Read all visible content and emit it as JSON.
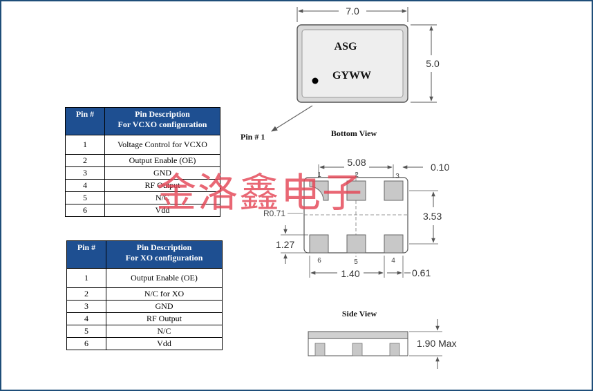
{
  "top_view": {
    "width_label": "7.0",
    "height_label": "5.0",
    "marking_line1": "ASG",
    "marking_line2": "GYWW",
    "pin1_label": "Pin # 1"
  },
  "bottom_view": {
    "title": "Bottom View",
    "dim_pitch": "5.08",
    "dim_offset": "0.10",
    "dim_height": "3.53",
    "dim_radius": "R0.71",
    "dim_pad_height": "1.27",
    "dim_pad_width": "1.40",
    "dim_gap": "0.61",
    "pin_numbers_top": [
      "1",
      "2",
      "3"
    ],
    "pin_numbers_bottom": [
      "6",
      "5",
      "4"
    ]
  },
  "side_view": {
    "title": "Side View",
    "height_label": "1.90 Max"
  },
  "vcxo_table": {
    "header_num": "Pin #",
    "header_desc_1": "Pin Description",
    "header_desc_2": "For VCXO configuration",
    "rows": [
      {
        "pin": "1",
        "desc": "Voltage Control for VCXO"
      },
      {
        "pin": "2",
        "desc": "Output Enable (OE)"
      },
      {
        "pin": "3",
        "desc": "GND"
      },
      {
        "pin": "4",
        "desc": "RF Output"
      },
      {
        "pin": "5",
        "desc": "N/C"
      },
      {
        "pin": "6",
        "desc": "Vdd"
      }
    ]
  },
  "xo_table": {
    "header_num": "Pin #",
    "header_desc_1": "Pin Description",
    "header_desc_2": "For XO configuration",
    "rows": [
      {
        "pin": "1",
        "desc": "Output Enable (OE)"
      },
      {
        "pin": "2",
        "desc": "N/C for XO"
      },
      {
        "pin": "3",
        "desc": "GND"
      },
      {
        "pin": "4",
        "desc": "RF Output"
      },
      {
        "pin": "5",
        "desc": "N/C"
      },
      {
        "pin": "6",
        "desc": "Vdd"
      }
    ]
  },
  "watermark": "金洛鑫电子",
  "colors": {
    "frame": "#1f4e79",
    "table_header": "#1e4f91",
    "pad": "#c8c8c8",
    "watermark": "#e44655"
  }
}
